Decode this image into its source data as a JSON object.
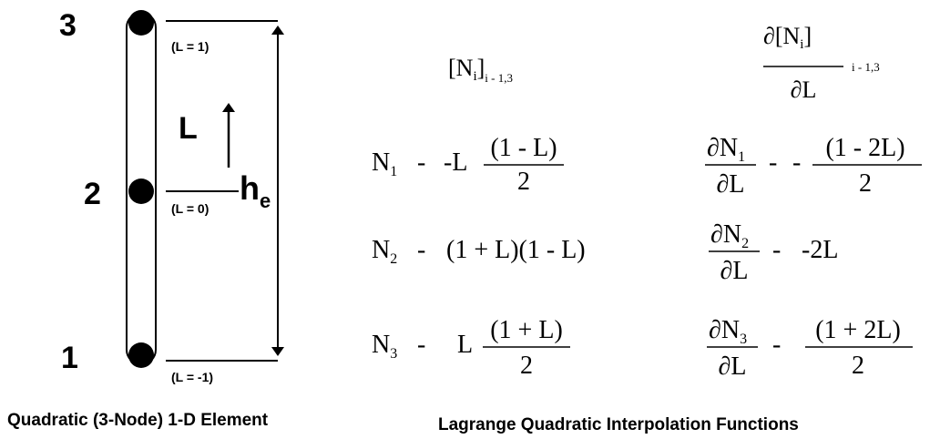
{
  "element": {
    "node_labels": [
      "3",
      "2",
      "1"
    ],
    "coord_labels": [
      "(L = 1)",
      "(L = 0)",
      "(L = -1)"
    ],
    "axis_label": "L",
    "length_label": "h",
    "length_subscript": "e",
    "caption": "Quadratic (3-Node) 1-D Element"
  },
  "functions": {
    "col1_header": {
      "base": "[N",
      "sub": "i",
      "close": "]",
      "range": "i - 1,3"
    },
    "col2_header": {
      "numer": "∂[N",
      "sub": "i",
      "close": "]",
      "range": "i - 1,3",
      "denom": "∂L"
    },
    "rows": [
      {
        "lhs": "N",
        "lhs_sub": "1",
        "eq": "-",
        "pre": "-L",
        "frac_num": "(1 - L)",
        "frac_den": "2",
        "d_num": "∂N",
        "d_sub": "1",
        "d_den": "∂L",
        "d_eq": "-",
        "d_pre": "-",
        "d_frac_num": "(1 - 2L)",
        "d_frac_den": "2"
      },
      {
        "lhs": "N",
        "lhs_sub": "2",
        "eq": "-",
        "expr": "(1 + L)(1 - L)",
        "d_num": "∂N",
        "d_sub": "2",
        "d_den": "∂L",
        "d_eq": "-",
        "d_expr": "-2L"
      },
      {
        "lhs": "N",
        "lhs_sub": "3",
        "eq": "-",
        "pre": "L",
        "frac_num": "(1 + L)",
        "frac_den": "2",
        "d_num": "∂N",
        "d_sub": "3",
        "d_den": "∂L",
        "d_eq": "-",
        "d_frac_num": "(1 + 2L)",
        "d_frac_den": "2"
      }
    ],
    "caption": "Lagrange Quadratic Interpolation Functions"
  }
}
